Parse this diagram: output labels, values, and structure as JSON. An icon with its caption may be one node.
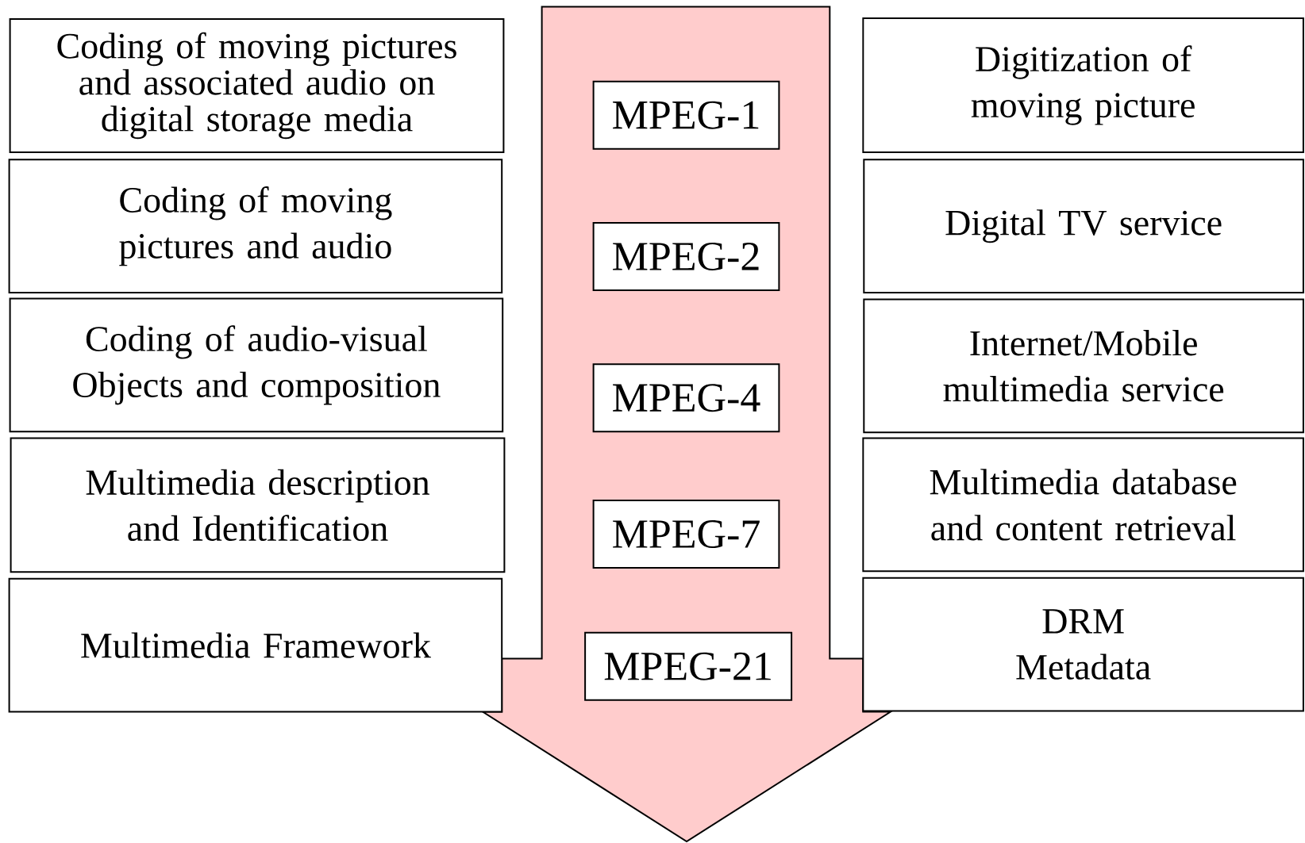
{
  "diagram": {
    "nodes": [
      {
        "text": [],
        "shape": "arrow"
      },
      {
        "text": [
          "Coding of moving pictures and associated audio on digital storage media"
        ]
      },
      {
        "text": [
          "MPEG-1"
        ],
        "in": 0
      },
      {
        "text": [
          "Digitization of moving picture"
        ]
      },
      {
        "text": [
          "Coding of moving pictures and audio"
        ]
      },
      {
        "text": [
          "MPEG-2"
        ],
        "in": 0
      },
      {
        "text": [
          "Digital TV service"
        ]
      },
      {
        "text": [
          "Coding of audio-visual Objects and composition"
        ]
      },
      {
        "text": [
          "MPEG-4"
        ],
        "in": 0
      },
      {
        "text": [
          "Internet/Mobile multimedia service"
        ]
      },
      {
        "text": [
          "Multimedia description and Identification"
        ]
      },
      {
        "text": [
          "MPEG-7"
        ],
        "in": 0
      },
      {
        "text": [
          "Multimedia database and content retrieval"
        ]
      },
      {
        "text": [
          "Multimedia Framework"
        ]
      },
      {
        "text": [
          "MPEG-21"
        ],
        "in": 0
      },
      {
        "text": [
          "DRM Metadata"
        ]
      }
    ],
    "edges": []
  }
}
